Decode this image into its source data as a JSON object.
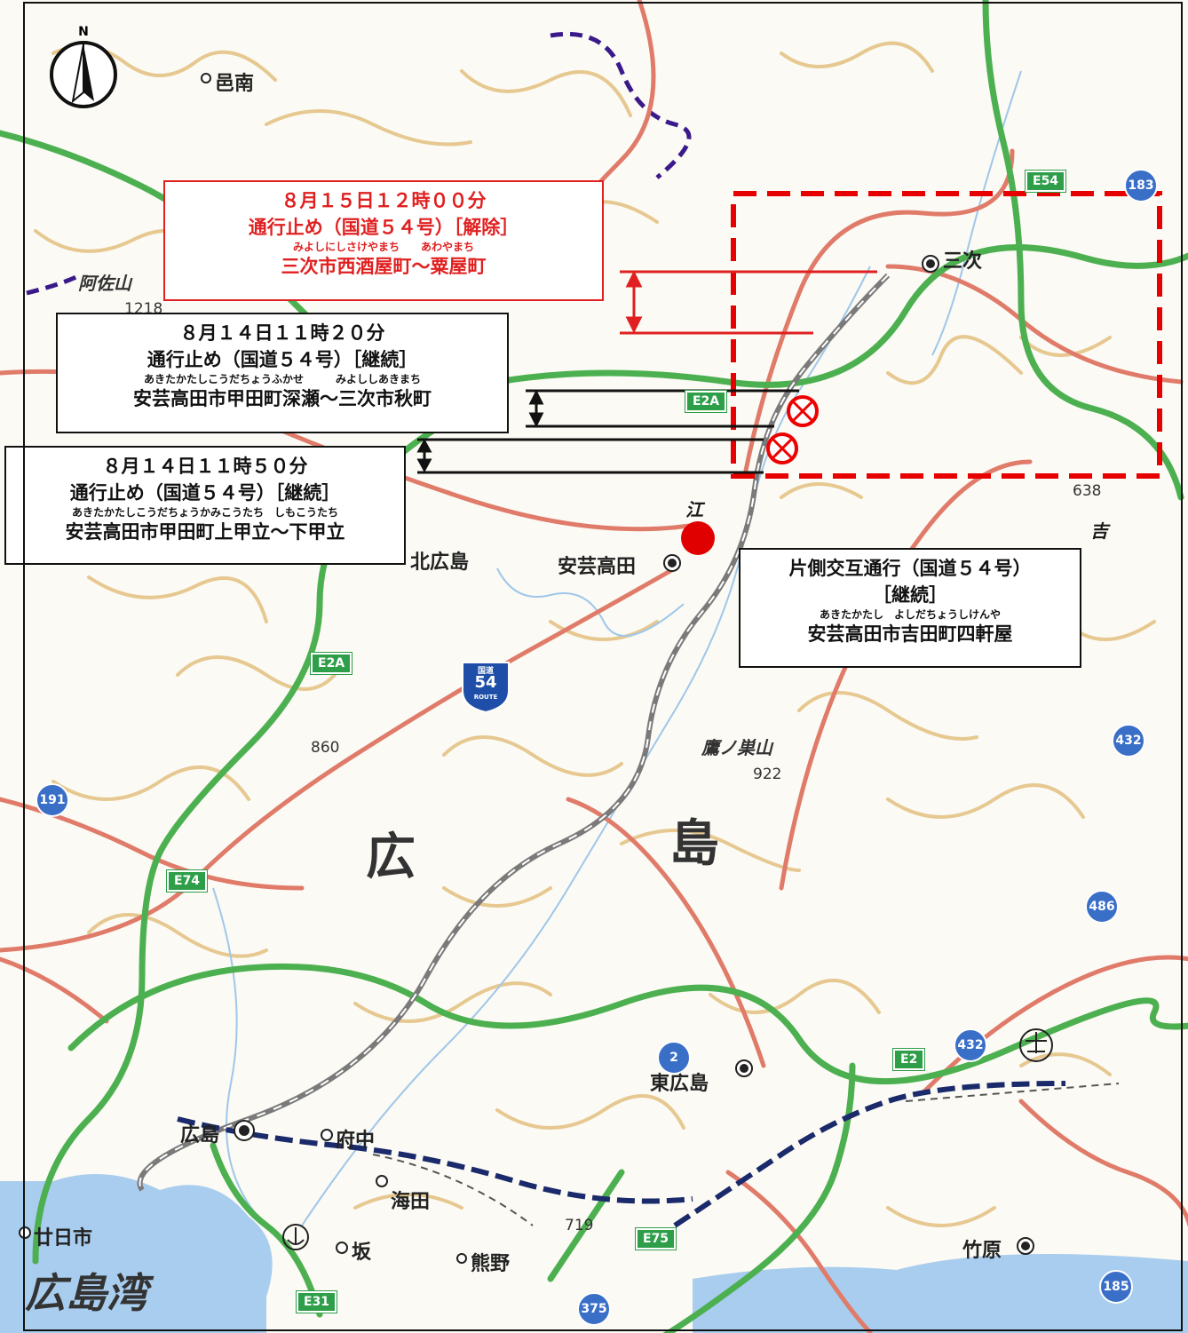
{
  "compass": {
    "label": "N"
  },
  "places": {
    "yunan": "邑南",
    "miyoshi": "三次",
    "akitakata": "安芸高田",
    "kitahiroshima": "北広島",
    "higashihiroshima": "東広島",
    "hiroshima_city": "広島",
    "fuchu": "府中",
    "kaita": "海田",
    "saka": "坂",
    "kumano": "熊野",
    "hatsukaichi": "廿日市",
    "takehara": "竹原",
    "pref_char1": "広",
    "pref_char2": "島",
    "bay": "広島湾",
    "mountain_asa": "阿佐山",
    "mountain_takanosu": "鷹ノ巣山",
    "river_e": "江",
    "kyo": "吉"
  },
  "elevations": {
    "e1218": "1218",
    "e638": "638",
    "e860": "860",
    "e922": "922",
    "e719": "719"
  },
  "shields": {
    "e54": "E54",
    "e2a_top": "E2A",
    "e2a_mid": "E2A",
    "e74": "E74",
    "e2": "E2",
    "e75": "E75",
    "e31": "E31",
    "r183": "183",
    "r432a": "432",
    "r432b": "432",
    "r191": "191",
    "r486": "486",
    "r2": "2",
    "r185": "185",
    "r375": "375"
  },
  "route_marker": {
    "top": "国道",
    "number": "54",
    "bottom": "ROUTE"
  },
  "boxes": {
    "aug15": {
      "datetime": "８月１５日１２時００分",
      "status": "通行止め（国道５４号）［解除］",
      "reading": "みよしにしさけやまち　　あわやまち",
      "section": "三次市西酒屋町～粟屋町"
    },
    "aug14_1120": {
      "datetime": "８月１４日１１時２０分",
      "status": "通行止め（国道５４号）［継続］",
      "reading": "あきたかたしこうだちょうふかせ　　　みよししあきまち",
      "section": "安芸高田市甲田町深瀬～三次市秋町"
    },
    "aug14_1150": {
      "datetime": "８月１４日１１時５０分",
      "status": "通行止め（国道５４号）［継続］",
      "reading": "あきたかたしこうだちょうかみこうたち　しもこうたち",
      "section": "安芸高田市甲田町上甲立～下甲立"
    },
    "alternate": {
      "status": "片側交互通行（国道５４号）",
      "state": "［継続］",
      "reading": "あきたかたし　よしだちょうしけんや",
      "section": "安芸高田市吉田町四軒屋"
    }
  },
  "colors": {
    "closure_red": "#e02020",
    "road_red": "#e07b6a",
    "expressway_green": "#4cb050",
    "contour": "#e6c890",
    "water": "#a9cdee"
  }
}
